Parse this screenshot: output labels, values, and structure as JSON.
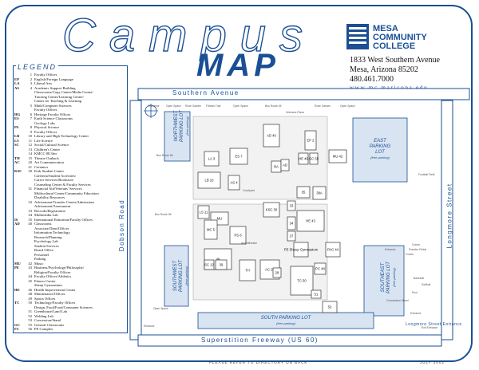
{
  "title": {
    "word1": "Campus",
    "word2": "MAP"
  },
  "college": {
    "line1": "MESA",
    "line2": "COMMUNITY",
    "line3": "COLLEGE"
  },
  "address": [
    "1833 West Southern Avenue",
    "Mesa, Arizona 85202",
    "480.461.7000",
    "w w w . m c . m a r i c o p a . e d u"
  ],
  "legend_title": "LEGEND",
  "legend": [
    {
      "c": "",
      "n": "1",
      "t": "Faculty Offices"
    },
    {
      "c": "EP",
      "n": "2",
      "t": "English/Foreign Language"
    },
    {
      "c": "LA",
      "n": "3",
      "t": "Liberal Arts"
    },
    {
      "c": "AS",
      "n": "4",
      "t": "Academic Support Building"
    },
    {
      "c": "",
      "n": "",
      "t": "Classrooms/Copy Center/Media Center/"
    },
    {
      "c": "",
      "n": "",
      "t": "Tutoring Center/Learning Center/"
    },
    {
      "c": "",
      "n": "",
      "t": "Center for Teaching & Learning"
    },
    {
      "c": "",
      "n": "5",
      "t": "Math/Computer Sciences"
    },
    {
      "c": "",
      "n": "",
      "t": "Faculty Offices"
    },
    {
      "c": "HG",
      "n": "6",
      "t": "Heritage Faculty Offices"
    },
    {
      "c": "ES",
      "n": "7",
      "t": "Earth Science Classrooms"
    },
    {
      "c": "",
      "n": "",
      "t": "Geology Labs"
    },
    {
      "c": "PS",
      "n": "8",
      "t": "Physical Science"
    },
    {
      "c": "",
      "n": "9",
      "t": "Faculty Offices"
    },
    {
      "c": "LB",
      "n": "10",
      "t": "Library and High Technology Center"
    },
    {
      "c": "LS",
      "n": "11",
      "t": "Life Science"
    },
    {
      "c": "SC",
      "n": "12",
      "t": "Social/Cultural Science"
    },
    {
      "c": "",
      "n": "13",
      "t": "Children's Center"
    },
    {
      "c": "",
      "n": "14",
      "t": "KMCC 88.3fm"
    },
    {
      "c": "TH",
      "n": "15",
      "t": "Theatre Outback"
    },
    {
      "c": "AC",
      "n": "20",
      "t": "Art Communication"
    },
    {
      "c": "",
      "n": "21",
      "t": "Ceramics"
    },
    {
      "c": "KSC",
      "n": "30",
      "t": "Kirk Student Center"
    },
    {
      "c": "",
      "n": "",
      "t": "Cafeteria/Student Activities/"
    },
    {
      "c": "",
      "n": "",
      "t": "Career Services/Bookstore"
    },
    {
      "c": "",
      "n": "",
      "t": "Counseling Center & Faculty Services"
    },
    {
      "c": "",
      "n": "31",
      "t": "Financial Aid/Veterans' Services"
    },
    {
      "c": "",
      "n": "",
      "t": "Multicultural Center/Community Education"
    },
    {
      "c": "",
      "n": "",
      "t": "Disability Resources"
    },
    {
      "c": "",
      "n": "32",
      "t": "Advisement/Transfer Center/Admissions"
    },
    {
      "c": "",
      "n": "",
      "t": "Advisement/Assessment"
    },
    {
      "c": "",
      "n": "33",
      "t": "Records/Registration"
    },
    {
      "c": "",
      "n": "34",
      "t": "Multimedia Lab"
    },
    {
      "c": "IS",
      "n": "35",
      "t": "International Education/Faculty Offices"
    },
    {
      "c": "AD",
      "n": "40",
      "t": "Classrooms"
    },
    {
      "c": "",
      "n": "",
      "t": "Associate Dean/Offices"
    },
    {
      "c": "",
      "n": "",
      "t": "Information Technology"
    },
    {
      "c": "",
      "n": "",
      "t": "Research/Planning"
    },
    {
      "c": "",
      "n": "",
      "t": "Psychology Lab"
    },
    {
      "c": "",
      "n": "",
      "t": "Student Services"
    },
    {
      "c": "",
      "n": "",
      "t": "Board Office"
    },
    {
      "c": "",
      "n": "",
      "t": "Personnel"
    },
    {
      "c": "",
      "n": "",
      "t": "Parking"
    },
    {
      "c": "MU",
      "n": "42",
      "t": "Music"
    },
    {
      "c": "PE",
      "n": "43",
      "t": "Business/Psychology/Philosophy/"
    },
    {
      "c": "",
      "n": "",
      "t": "Religion/Faculty Offices"
    },
    {
      "c": "",
      "n": "44",
      "t": "Faculty Offices/Athletics"
    },
    {
      "c": "",
      "n": "45",
      "t": "Fitness Center"
    },
    {
      "c": "",
      "n": "",
      "t": "Sheep Gymnasium"
    },
    {
      "c": "HE",
      "n": "46",
      "t": "Health Improvement Center"
    },
    {
      "c": "",
      "n": "48",
      "t": "Maintenance/Offices"
    },
    {
      "c": "",
      "n": "49",
      "t": "Sports Offices"
    },
    {
      "c": "TC",
      "n": "50",
      "t": "Technology/Faculty Offices"
    },
    {
      "c": "",
      "n": "",
      "t": "Design, Food/Food/Consumer Sciences"
    },
    {
      "c": "",
      "n": "51",
      "t": "Greenhouse/Land Lab"
    },
    {
      "c": "",
      "n": "52",
      "t": "Welding Lab"
    },
    {
      "c": "",
      "n": "53",
      "t": "Concession/Stand"
    },
    {
      "c": "GC",
      "n": "55",
      "t": "General Classrooms"
    },
    {
      "c": "FC",
      "n": "56",
      "t": "PE Complex"
    }
  ],
  "streets": {
    "southern": "Southern Avenue",
    "dobson": "Dobson Road",
    "longmore": "Longmore Street",
    "superstition": "Superstition Freeway (US 60)",
    "longmore_entrance": "Longmore Street Entrance"
  },
  "parking_lots": {
    "northwest": [
      "NORTHWEST",
      "PARKING LOT",
      "(free parking)"
    ],
    "southwest": [
      "SOUTHWEST",
      "PARKING LOT",
      "(free parking)"
    ],
    "east": [
      "EAST",
      "PARKING",
      "LOT",
      "(free parking)"
    ],
    "southeast": [
      "SOUTHEAST",
      "PARKING LOT",
      "(free parking)"
    ],
    "south": [
      "SOUTH PARKING LOT",
      "(free parking)"
    ]
  },
  "buildings": [
    "LA 3",
    "ES 7",
    "AD 40",
    "EP 2",
    "HE 46",
    "GC 55",
    "MU 42",
    "LB 10",
    "AS 4",
    "BA",
    "AD",
    "LS 11",
    "MU",
    "MC 5",
    "PS 8",
    "KSC 30",
    "33",
    "34",
    "37",
    "35",
    "38A",
    "HE 43",
    "PE Sheep Gymnasium",
    "PAC 44",
    "PC 48",
    "49",
    "SC 12",
    "39",
    "TH",
    "AC 20",
    "28",
    "TC 50",
    "51",
    "53"
  ],
  "map_labels": [
    "Entrance",
    "Open Space",
    "Rose Garden",
    "Fitness Trail",
    "Open Space",
    "Bus Route 45",
    "Veterans Plaza",
    "Rose Garden",
    "Open Space",
    "Bus Route 96",
    "Courtyard",
    "Amphitheatre",
    "Bus Route 96",
    "Open Space",
    "Entrance",
    "Courts",
    "Practice Fields",
    "Baseball",
    "Softball",
    "Football Field",
    "Courts",
    "Pool",
    "Concession Stand",
    "Entrance",
    "Entrance",
    "Exit Entrance"
  ],
  "compass": "N",
  "footer_note": "PLEASE REFER TO DIRECTORY ON BACK",
  "footer_date": "JULY 2002",
  "colors": {
    "primary": "#1a4f94",
    "parking": "#d9e4f2",
    "building": "#ffffff",
    "plaza": "#e8e8e8"
  }
}
